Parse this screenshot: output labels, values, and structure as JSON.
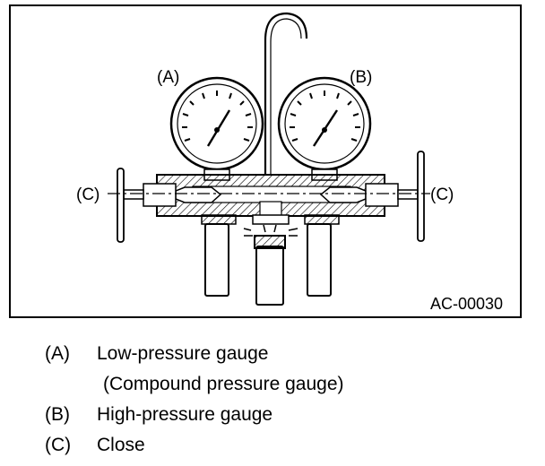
{
  "figure": {
    "label_a": "(A)",
    "label_b": "(B)",
    "label_c_left": "(C)",
    "label_c_right": "(C)",
    "figure_id": "AC-00030"
  },
  "legend": [
    {
      "key": "(A)",
      "desc": "Low-pressure gauge",
      "sub": "(Compound pressure gauge)"
    },
    {
      "key": "(B)",
      "desc": "High-pressure gauge"
    },
    {
      "key": "(C)",
      "desc": "Close"
    }
  ]
}
